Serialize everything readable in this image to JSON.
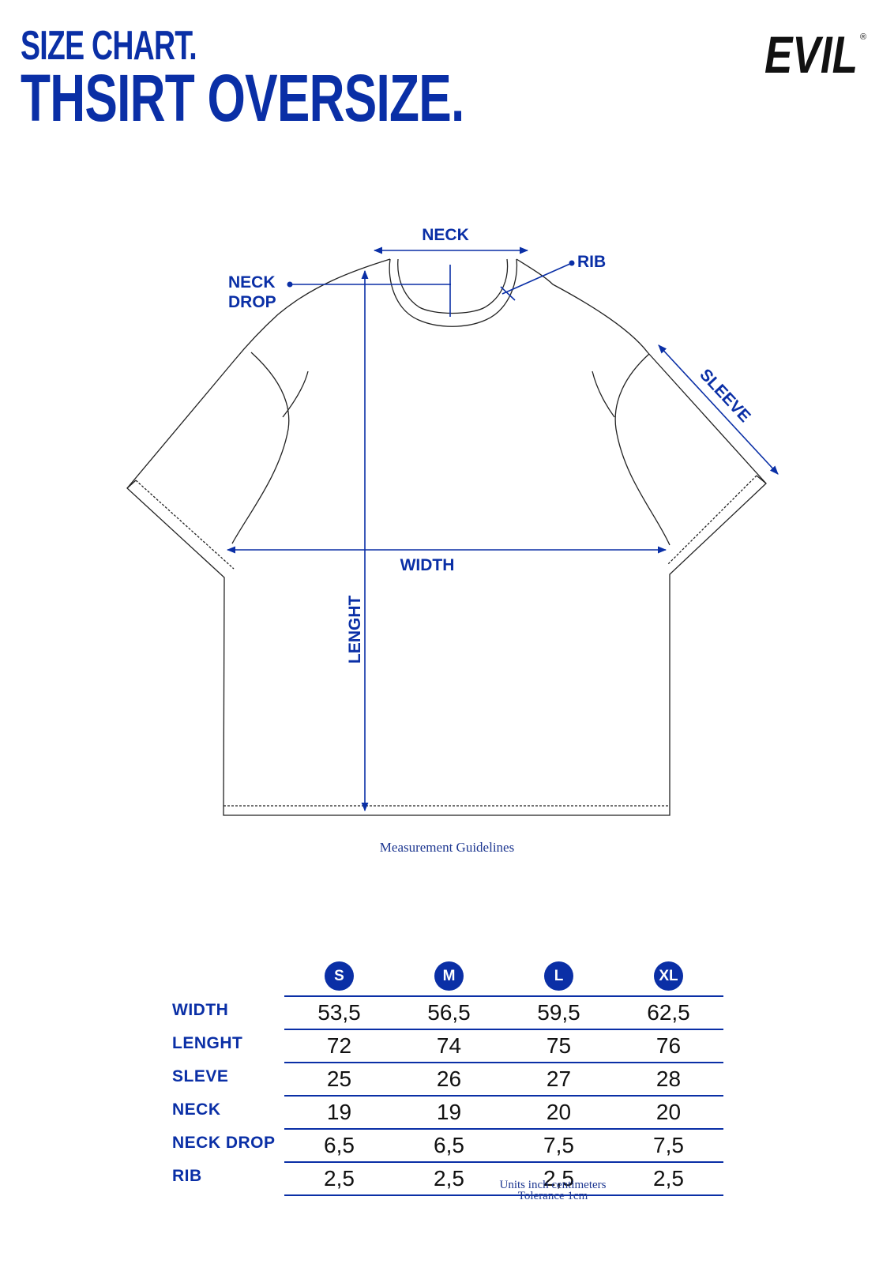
{
  "header": {
    "title_line1": "SIZE CHART.",
    "title_line2": "THSIRT OVERSIZE.",
    "logo_text": "EVIL",
    "logo_mark": "®"
  },
  "diagram": {
    "labels": {
      "neck": "NECK",
      "rib": "RIB",
      "neck_drop_1": "NECK",
      "neck_drop_2": "DROP",
      "sleeve": "SLEEVE",
      "width": "WIDTH",
      "length": "LENGHT"
    },
    "caption": "Measurement Guidelines"
  },
  "size_table": {
    "sizes": [
      "S",
      "M",
      "L",
      "XL"
    ],
    "rows": [
      {
        "label": "WIDTH",
        "values": [
          "53,5",
          "56,5",
          "59,5",
          "62,5"
        ]
      },
      {
        "label": "LENGHT",
        "values": [
          "72",
          "74",
          "75",
          "76"
        ]
      },
      {
        "label": "SLEVE",
        "values": [
          "25",
          "26",
          "27",
          "28"
        ]
      },
      {
        "label": "NECK",
        "values": [
          "19",
          "19",
          "20",
          "20"
        ]
      },
      {
        "label": "NECK DROP",
        "values": [
          "6,5",
          "6,5",
          "7,5",
          "7,5"
        ]
      },
      {
        "label": "RIB",
        "values": [
          "2,5",
          "2,5",
          "2,5",
          "2,5"
        ]
      }
    ],
    "footnote_line1": "Units inch centimeters",
    "footnote_line2": "Tolerance 1cm"
  },
  "colors": {
    "brand_blue": "#0a2fa6",
    "outline": "#222222",
    "text": "#111111"
  }
}
